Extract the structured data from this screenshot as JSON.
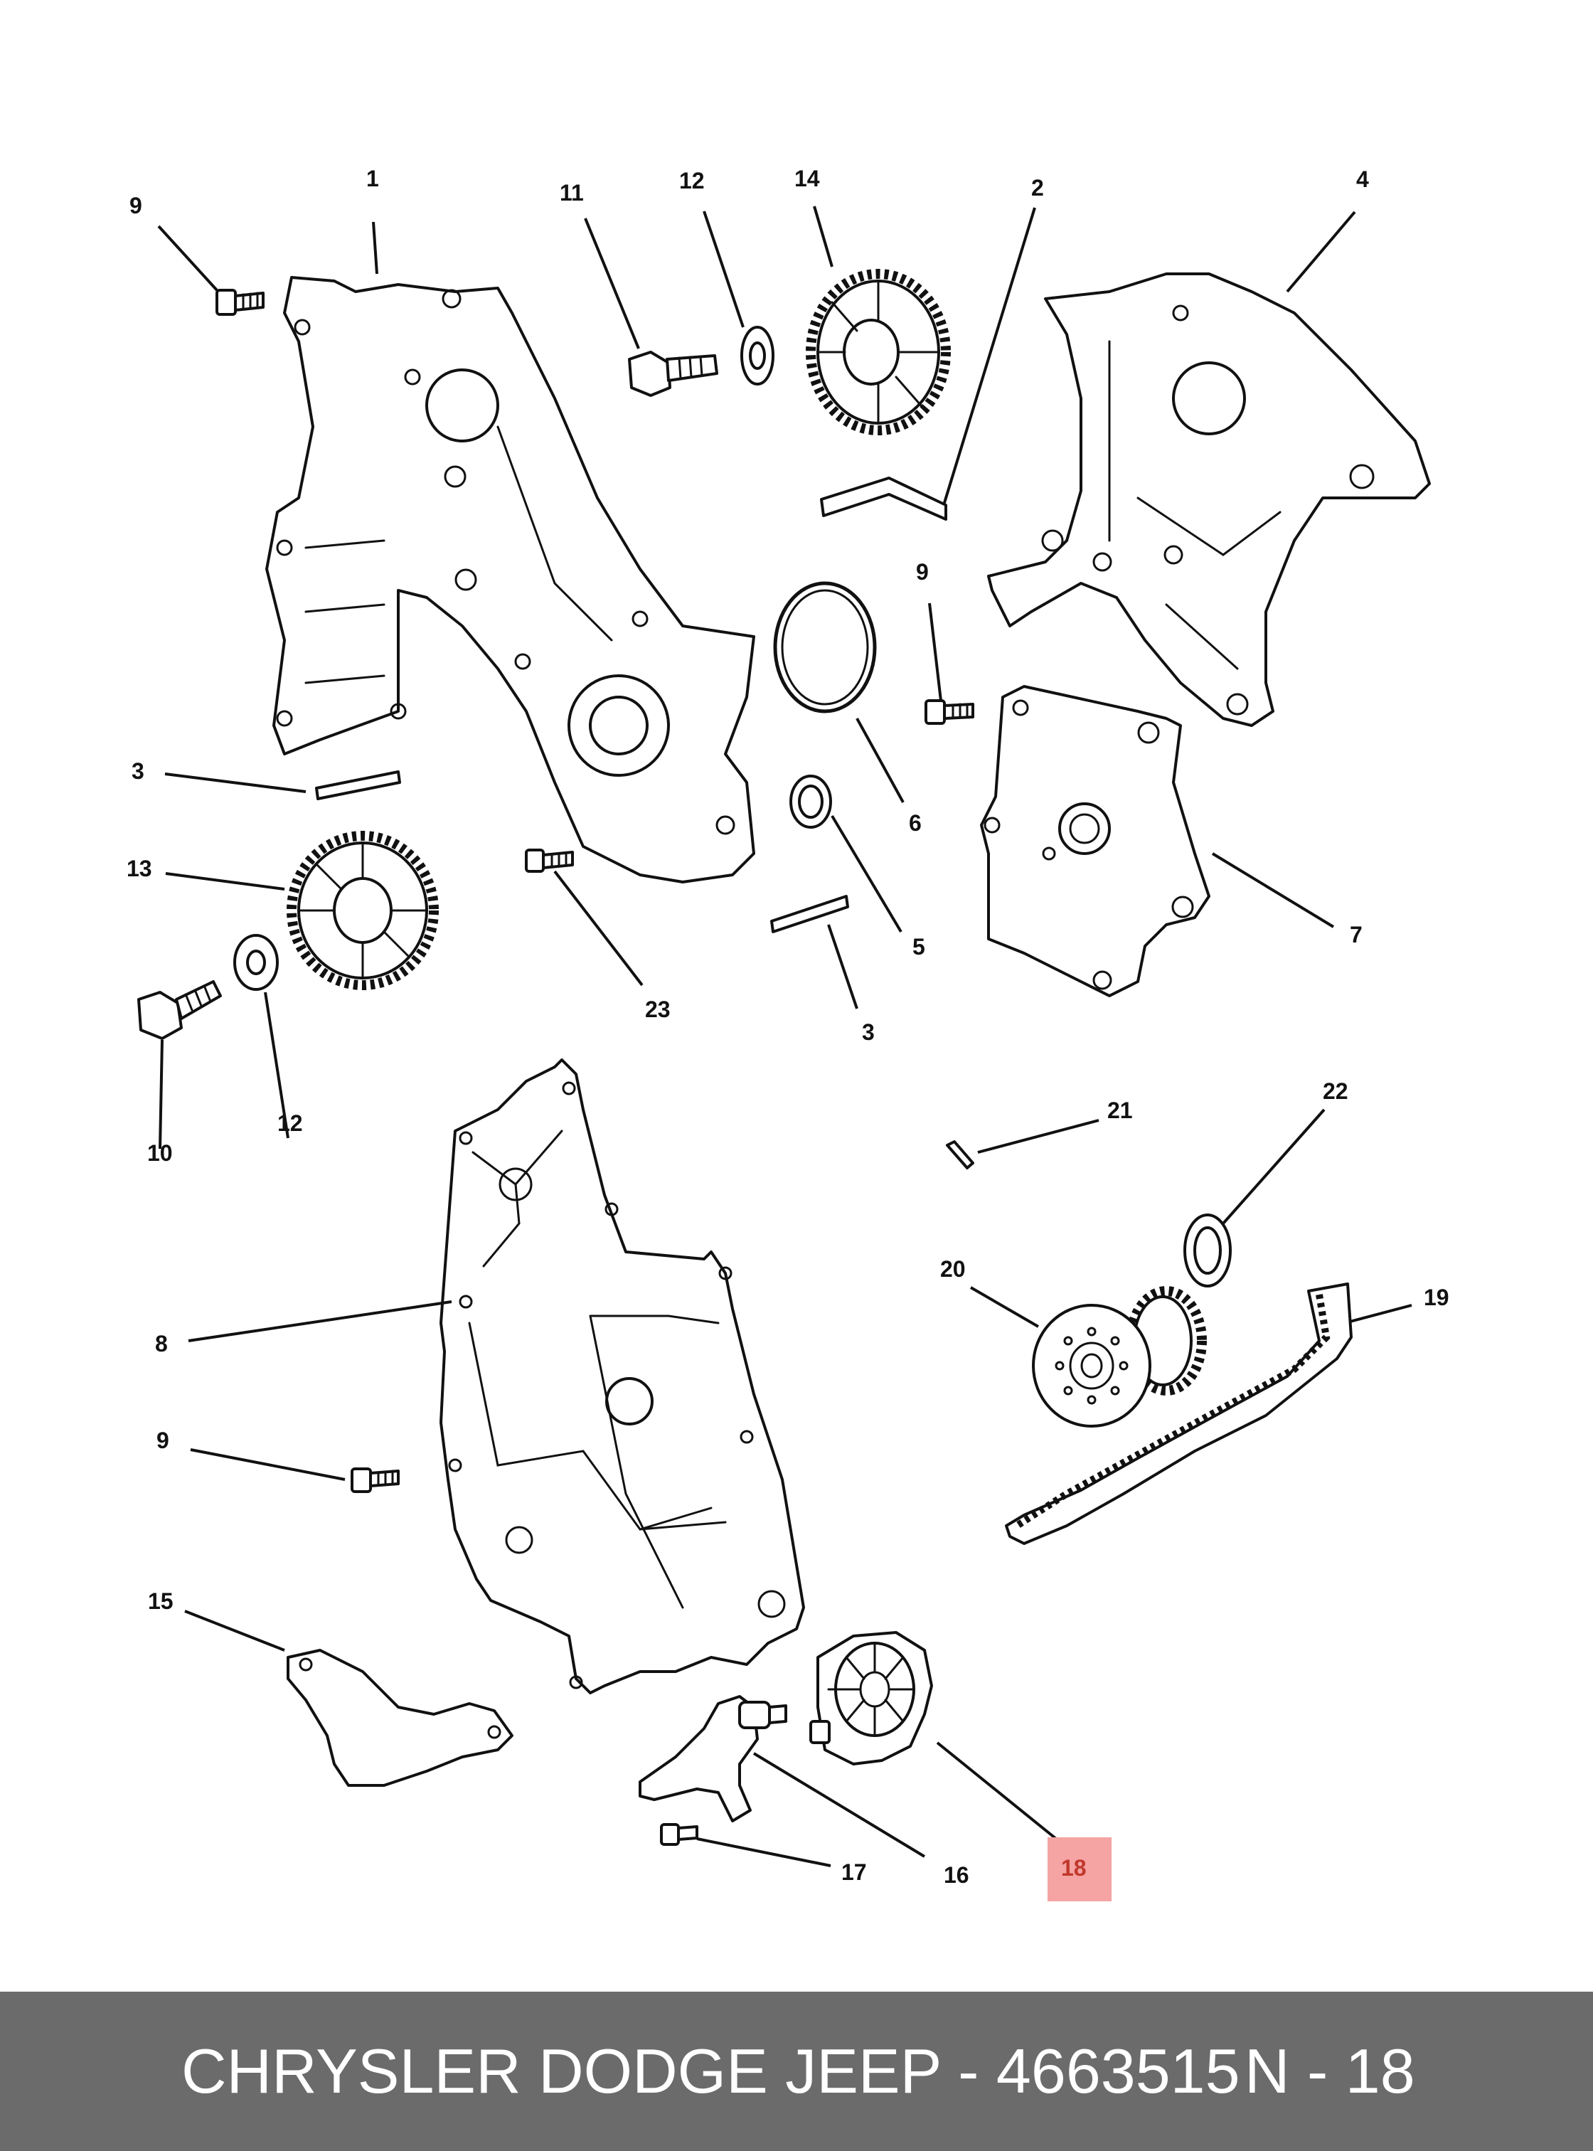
{
  "diagram": {
    "labels": [
      {
        "id": "1",
        "text": "1"
      },
      {
        "id": "2",
        "text": "2"
      },
      {
        "id": "3a",
        "text": "3"
      },
      {
        "id": "3b",
        "text": "3"
      },
      {
        "id": "4",
        "text": "4"
      },
      {
        "id": "5",
        "text": "5"
      },
      {
        "id": "6",
        "text": "6"
      },
      {
        "id": "7",
        "text": "7"
      },
      {
        "id": "8",
        "text": "8"
      },
      {
        "id": "9a",
        "text": "9"
      },
      {
        "id": "9b",
        "text": "9"
      },
      {
        "id": "9c",
        "text": "9"
      },
      {
        "id": "10",
        "text": "10"
      },
      {
        "id": "11",
        "text": "11"
      },
      {
        "id": "12a",
        "text": "12"
      },
      {
        "id": "12b",
        "text": "12"
      },
      {
        "id": "13",
        "text": "13"
      },
      {
        "id": "14",
        "text": "14"
      },
      {
        "id": "15",
        "text": "15"
      },
      {
        "id": "16",
        "text": "16"
      },
      {
        "id": "17",
        "text": "17"
      },
      {
        "id": "18",
        "text": "18"
      },
      {
        "id": "19",
        "text": "19"
      },
      {
        "id": "20",
        "text": "20"
      },
      {
        "id": "21",
        "text": "21"
      },
      {
        "id": "22",
        "text": "22"
      },
      {
        "id": "23",
        "text": "23"
      }
    ],
    "highlight_label": "18",
    "highlight_color": "#f5a3a3",
    "highlight_text_color": "#c0392b"
  },
  "footer": {
    "title": "CHRYSLER DODGE JEEP - 4663515",
    "code": "N - 18",
    "background": "#6b6b6b"
  }
}
